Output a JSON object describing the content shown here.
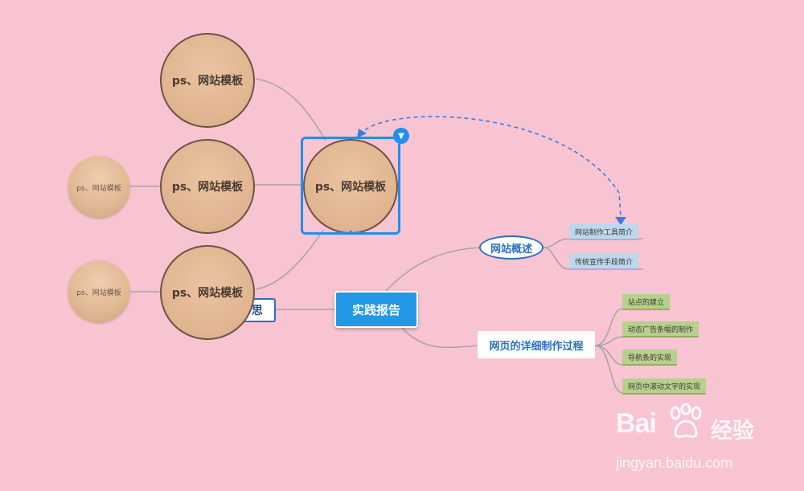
{
  "mindmap": {
    "root": {
      "label": "实践报告"
    },
    "left_branch": {
      "label": "思"
    },
    "selected_node": {
      "label": "ps、网站模板"
    },
    "big_circles": [
      {
        "label": "ps、网站模板"
      },
      {
        "label": "ps、网站模板"
      },
      {
        "label": "ps、网站模板"
      }
    ],
    "small_circles": [
      {
        "label": "ps、网站模板"
      },
      {
        "label": "ps、网站模板"
      }
    ],
    "overview": {
      "label": "网站概述",
      "children": [
        "网站制作工具简介",
        "传统宣传手段简介"
      ]
    },
    "detail": {
      "label": "网页的详细制作过程",
      "children": [
        "站点的建立",
        "动态广告条幅的制作",
        "导航条的实现",
        "网页中滚动文字的实现"
      ]
    }
  },
  "colors": {
    "background": "#f9c4d1",
    "accent_blue": "#1f8ff0",
    "root_fill": "#2298e6",
    "circle_fill": "#e0b48f",
    "leaf_blue": "#bdd7ec",
    "leaf_green": "#b9cf8c"
  },
  "watermark": {
    "logo_text": "Bai",
    "logo_text_2": "经验",
    "url": "jingyan.baidu.com"
  }
}
